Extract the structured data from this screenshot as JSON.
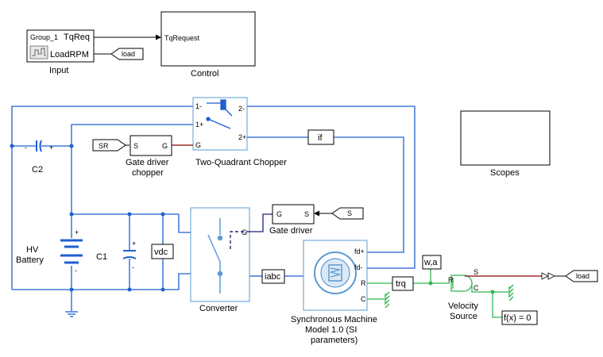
{
  "colors": {
    "electrical_wire": "#1f5fd0",
    "mechanical_wire": "#2fb84f",
    "signal_wire": "#000000",
    "physical_signal": "#8b0000",
    "block_border_electrical": "#5b9bd5"
  },
  "blocks": {
    "input": {
      "label": "Input",
      "group_label": "Group_1",
      "out1": "TqReq",
      "out2": "LoadRPM",
      "icon": "signal-builder-icon"
    },
    "control": {
      "label": "Control",
      "in1": "TqRequest"
    },
    "scopes": {
      "label": "Scopes"
    },
    "goto_load_top": {
      "text": "load"
    },
    "from_load_right": {
      "text": "load"
    },
    "goto_if": {
      "text": "if"
    },
    "goto_iabc": {
      "text": "iabc"
    },
    "goto_trq": {
      "text": "trq"
    },
    "goto_wa": {
      "text": "w,a"
    },
    "goto_vdc": {
      "text": "vdc"
    },
    "from_sr": {
      "text": "SR"
    },
    "from_s": {
      "text": "S"
    },
    "gate_driver_chopper": {
      "label_line1": "Gate driver",
      "label_line2": "chopper",
      "in": "S",
      "out": "G"
    },
    "gate_driver": {
      "label": "Gate driver",
      "in": "S",
      "out": "G"
    },
    "chopper": {
      "label": "Two-Quadrant Chopper",
      "p1m": "1-",
      "p1p": "1+",
      "pg": "G",
      "p2m": "2-",
      "p2p": "2+"
    },
    "converter": {
      "label": "Converter",
      "pg": "G"
    },
    "c2": {
      "label": "C2",
      "minus": "-",
      "plus": "+"
    },
    "c1": {
      "label": "C1",
      "plus": "+",
      "minus": "-"
    },
    "battery": {
      "label_line1": "HV",
      "label_line2": "Battery",
      "plus": "+",
      "minus": "-"
    },
    "machine": {
      "label_line1": "Synchronous Machine",
      "label_line2": "Model 1.0 (SI",
      "label_line3": "parameters)",
      "p_fdp": "fd+",
      "p_fdm": "fd-",
      "p_r": "R",
      "p_c": "C",
      "icon": "synchronous-machine-icon"
    },
    "velocity_source": {
      "label_line1": "Velocity",
      "label_line2": "Source",
      "p_s": "S",
      "p_r": "R",
      "p_c": "C"
    },
    "solver": {
      "text": "f(x) = 0"
    }
  }
}
